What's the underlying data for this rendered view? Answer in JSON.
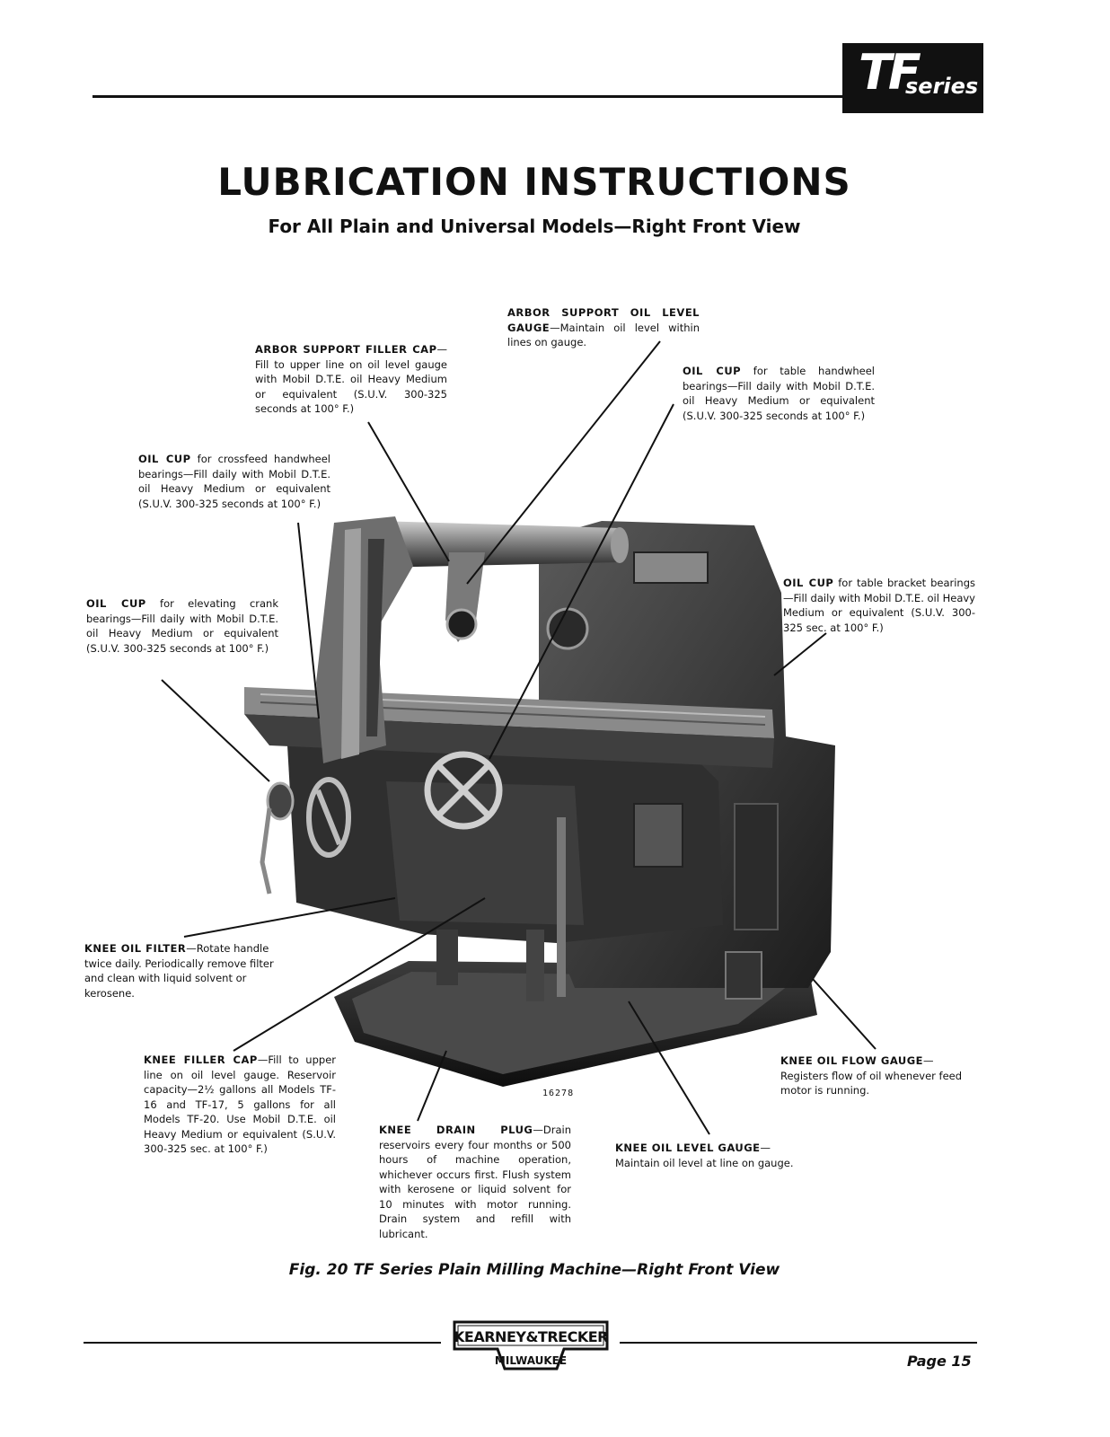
{
  "header": {
    "badge_main": "TF",
    "badge_sub": "series"
  },
  "title": "LUBRICATION INSTRUCTIONS",
  "subtitle": "For All Plain and Universal Models—Right Front View",
  "callouts": {
    "arbor_gauge": {
      "label": "ARBOR SUPPORT OIL LEVEL GAUGE",
      "text": "—Maintain oil level within lines on gauge."
    },
    "arbor_filler": {
      "label": "ARBOR SUPPORT FILLER CAP",
      "text": "—Fill to upper line on oil level gauge with Mobil D.T.E. oil Heavy Medium or equivalent (S.U.V. 300-325 seconds at 100° F.)"
    },
    "table_handwheel": {
      "label": "OIL CUP",
      "text": " for table handwheel bearings—Fill daily with Mobil D.T.E. oil Heavy Medium or equivalent (S.U.V. 300-325 seconds at 100° F.)"
    },
    "crossfeed": {
      "label": "OIL CUP",
      "text": " for crossfeed handwheel bearings—Fill daily with Mobil D.T.E. oil Heavy Medium or equivalent (S.U.V. 300-325 seconds at 100° F.)"
    },
    "table_bracket": {
      "label": "OIL CUP",
      "text": " for table bracket bearings—Fill daily with Mobil D.T.E. oil Heavy Medium or equivalent (S.U.V. 300-325 sec. at 100° F.)"
    },
    "elevating": {
      "label": "OIL CUP",
      "text": " for elevating crank bearings—Fill daily with Mobil D.T.E. oil Heavy Medium or equivalent (S.U.V. 300-325 seconds at 100° F.)"
    },
    "knee_filter": {
      "label": "KNEE OIL FILTER",
      "text": "—Rotate handle twice daily. Periodically remove filter and clean with liquid solvent or kerosene."
    },
    "knee_filler": {
      "label": "KNEE FILLER CAP",
      "text": "—Fill to upper line on oil level gauge. Reservoir capacity—2½ gallons all Models TF-16 and TF-17, 5 gallons for all Models TF-20. Use Mobil D.T.E. oil Heavy Medium or equivalent (S.U.V. 300-325 sec. at 100° F.)"
    },
    "knee_drain": {
      "label": "KNEE DRAIN PLUG",
      "text": "—Drain reservoirs every four months or 500 hours of machine operation, whichever occurs first. Flush system with kerosene or liquid solvent for 10 minutes with motor running. Drain system and refill with lubricant."
    },
    "knee_level": {
      "label": "KNEE OIL LEVEL GAUGE",
      "text": "—Maintain oil level at line on gauge."
    },
    "knee_flow": {
      "label": "KNEE OIL FLOW GAUGE",
      "text": "—Registers flow of oil whenever feed motor is running."
    }
  },
  "photo_number": "16278",
  "figure_caption": "Fig. 20  TF Series Plain Milling Machine—Right Front View",
  "footer": {
    "logo_line1": "KEARNEY&TRECKER",
    "logo_line2": "MILWAUKEE",
    "page_label": "Page  15"
  }
}
